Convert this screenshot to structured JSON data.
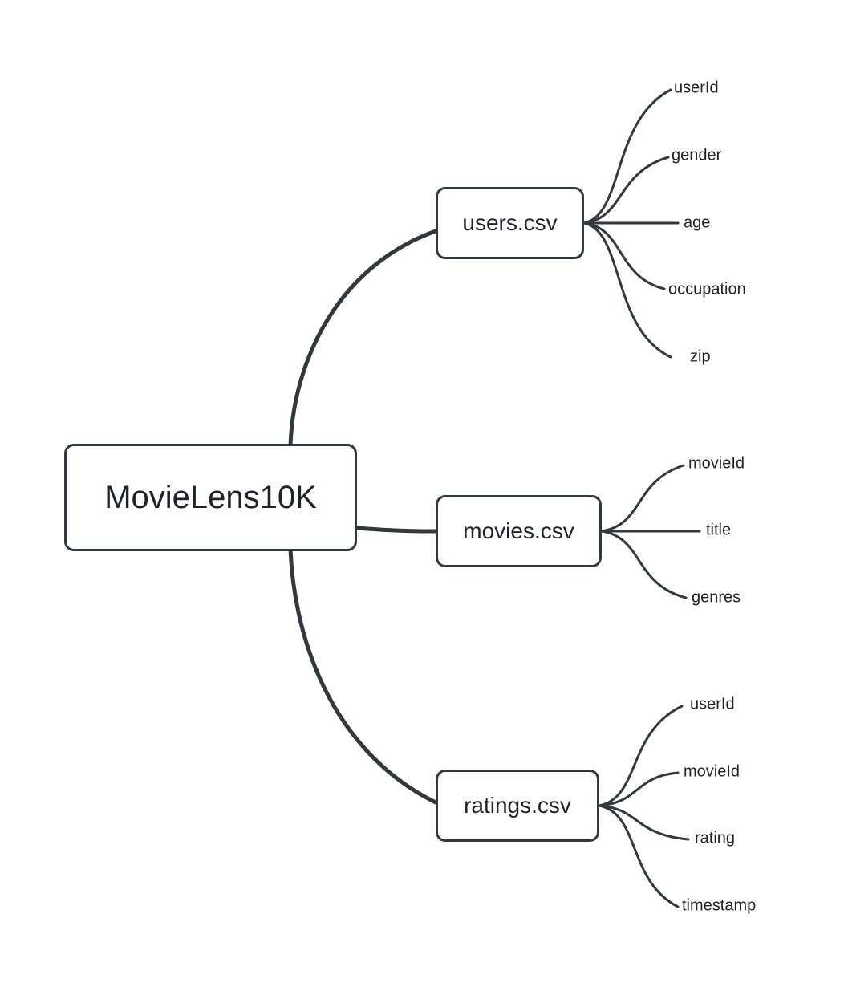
{
  "diagram": {
    "type": "mindmap",
    "colors": {
      "stroke": "#33383d",
      "text": "#1f2328",
      "background": "#ffffff"
    },
    "root": {
      "label": "MovieLens10K"
    },
    "children": [
      {
        "label": "users.csv",
        "leaves": [
          "userId",
          "gender",
          "age",
          "occupation",
          "zip"
        ]
      },
      {
        "label": "movies.csv",
        "leaves": [
          "movieId",
          "title",
          "genres"
        ]
      },
      {
        "label": "ratings.csv",
        "leaves": [
          "userId",
          "movieId",
          "rating",
          "timestamp"
        ]
      }
    ]
  }
}
